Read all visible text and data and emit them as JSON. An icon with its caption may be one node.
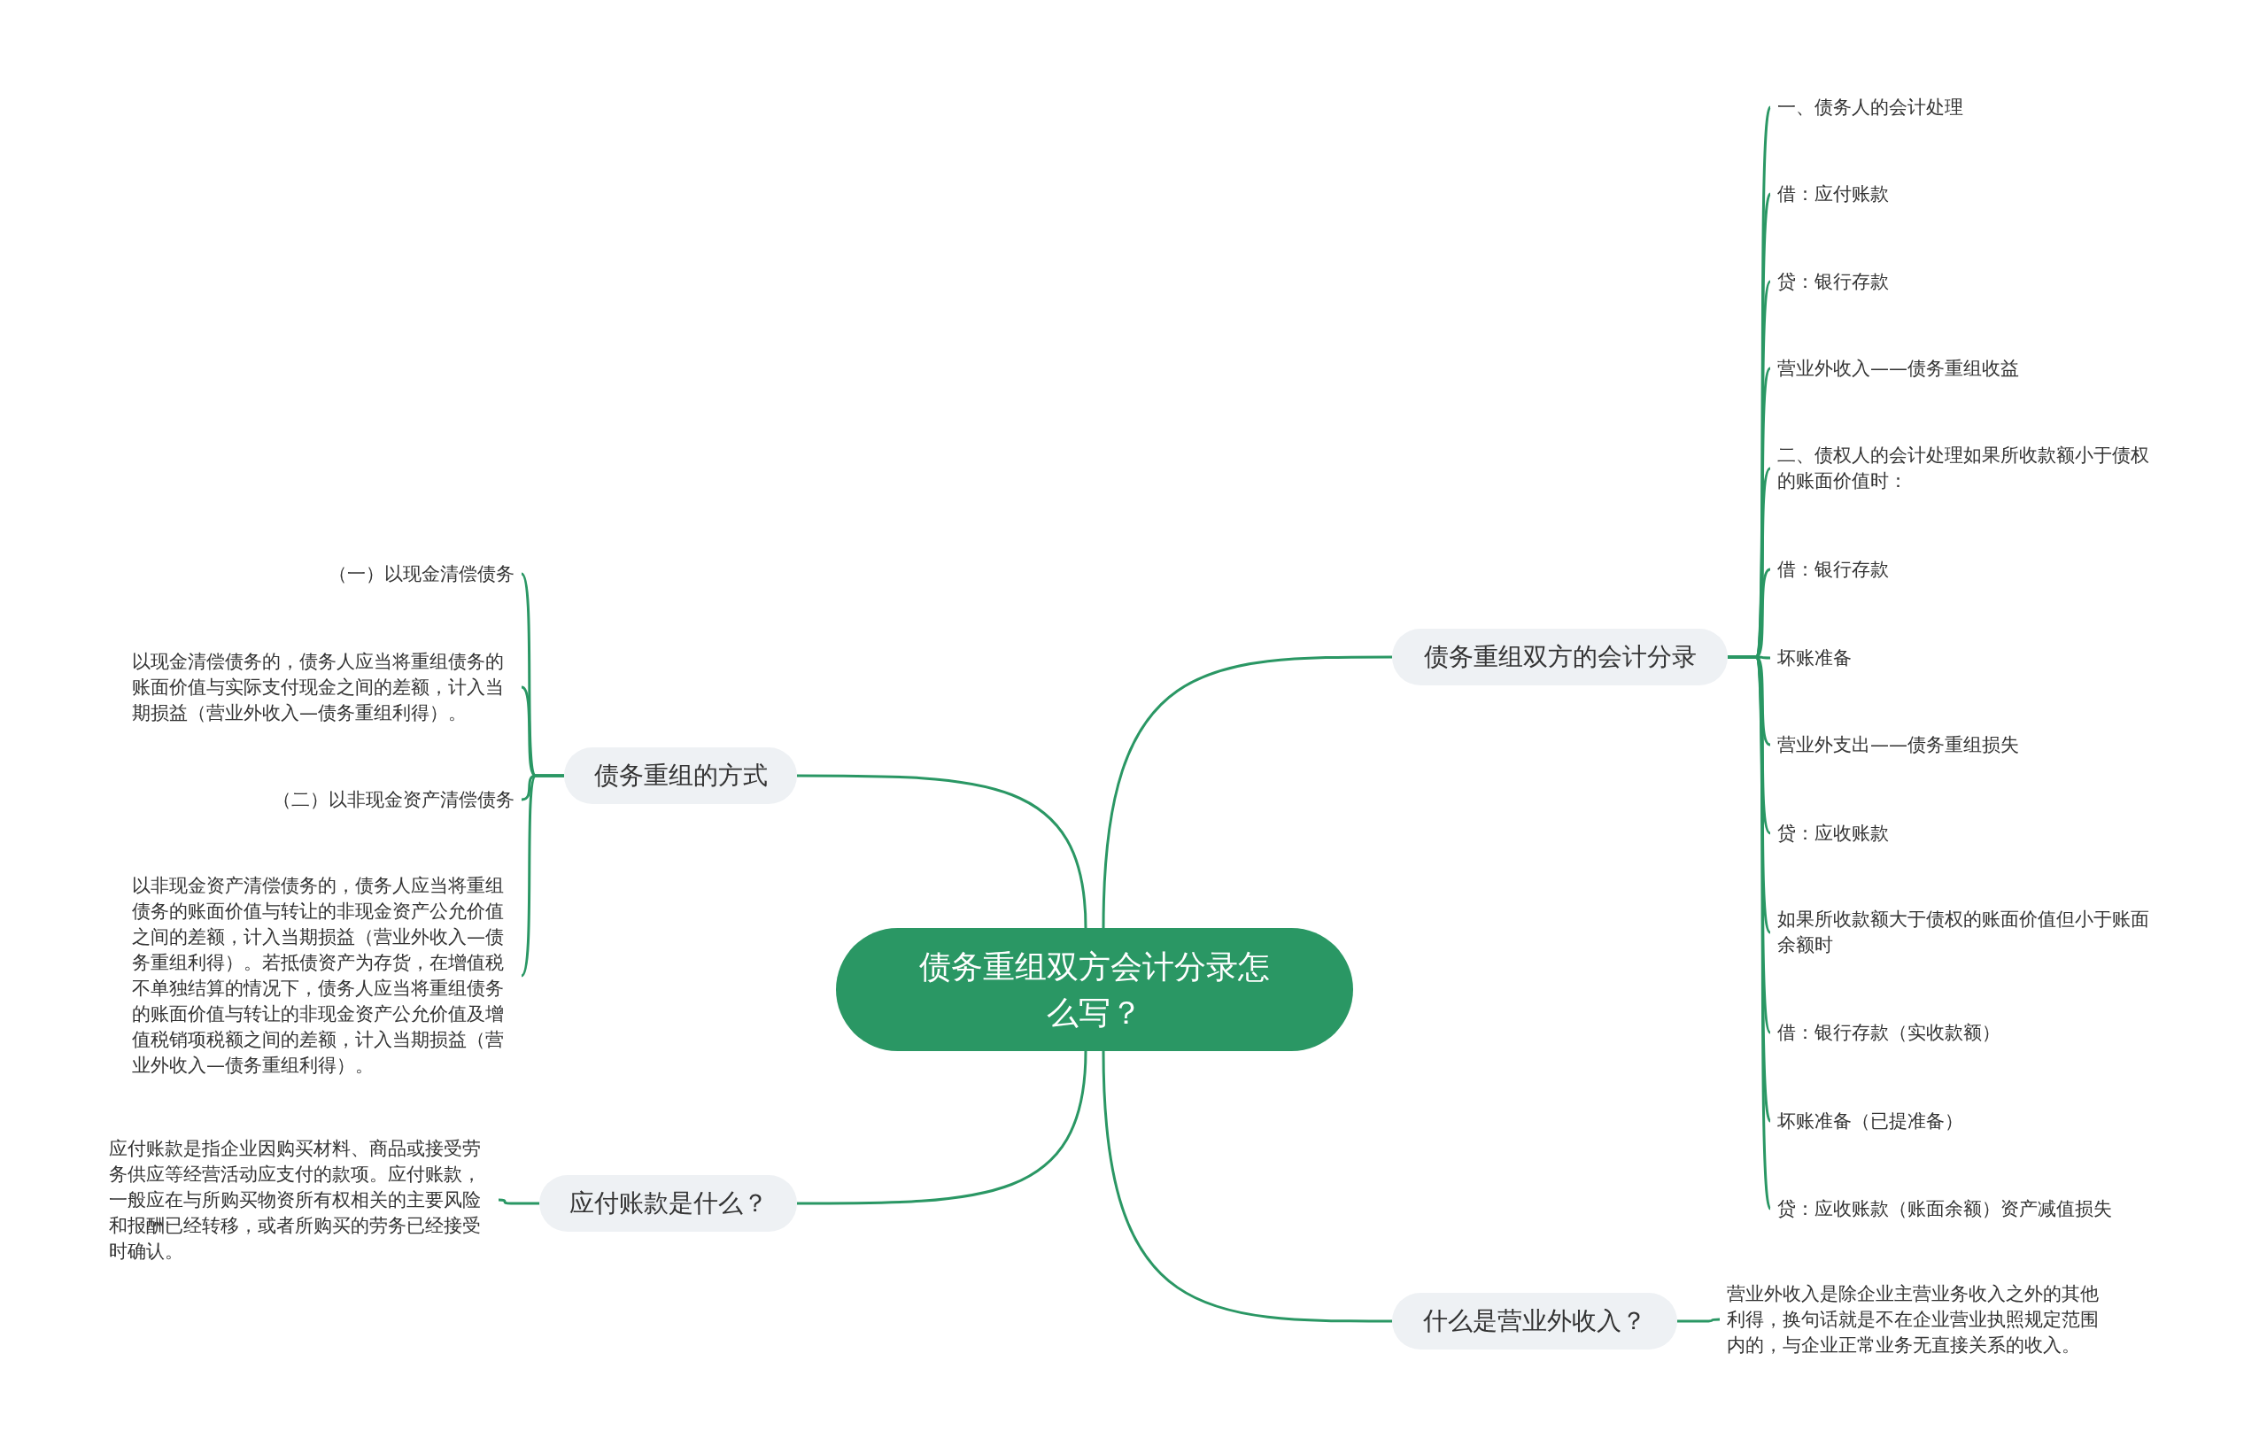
{
  "diagram": {
    "nodes": [
      {
        "text": [
          "债务重组双方会计分录怎么写？"
        ]
      },
      {
        "text": [
          "债务重组双方的会计分录"
        ]
      },
      {
        "text": [
          "一、债务人的会计处理"
        ]
      },
      {
        "text": [
          "借：应付账款"
        ]
      },
      {
        "text": [
          "贷：银行存款"
        ]
      },
      {
        "text": [
          "营业外收入——债务重组收益"
        ]
      },
      {
        "text": [
          "二、债权人的会计处理如果所收款额小于债权的账面价值时："
        ]
      },
      {
        "text": [
          "借：银行存款"
        ]
      },
      {
        "text": [
          "坏账准备"
        ]
      },
      {
        "text": [
          "营业外支出——债务重组损失"
        ]
      },
      {
        "text": [
          "贷：应收账款"
        ]
      },
      {
        "text": [
          "如果所收款额大于债权的账面价值但小于账面余额时"
        ]
      },
      {
        "text": [
          "借：银行存款（实收款额）"
        ]
      },
      {
        "text": [
          "坏账准备（已提准备）"
        ]
      },
      {
        "text": [
          "贷：应收账款（账面余额）资产减值损失"
        ]
      },
      {
        "text": [
          "债务重组的方式"
        ]
      },
      {
        "text": [
          "（一）以现金清偿债务"
        ]
      },
      {
        "text": [
          "以现金清偿债务的，债务人应当将重组债务的账面价值与实际支付现金之间的差额，计入当期损益（营业外收入—债务重组利得）。"
        ]
      },
      {
        "text": [
          "（二）以非现金资产清偿债务"
        ]
      },
      {
        "text": [
          "以非现金资产清偿债务的，债务人应当将重组债务的账面价值与转让的非现金资产公允价值之间的差额，计入当期损益（营业外收入—债务重组利得）。若抵债资产为存货，在增值税不单独结算的情况下，债务人应当将重组债务的账面价值与转让的非现金资产公允价值及增值税销项税额之间的差额，计入当期损益（营业外收入—债务重组利得）。"
        ]
      },
      {
        "text": [
          "应付账款是什么？"
        ]
      },
      {
        "text": [
          "应付账款是指企业因购买材料、商品或接受劳务供应等经营活动应支付的款项。应付账款，一般应在与所购买物资所有权相关的主要风险和报酬已经转移，或者所购买的劳务已经接受时确认。"
        ]
      },
      {
        "text": [
          "什么是营业外收入？"
        ]
      },
      {
        "text": [
          "营业外收入是除企业主营业务收入之外的其他利得，换句话就是不在企业营业执照规定范围内的，与企业正常业务无直接关系的收入。"
        ]
      }
    ],
    "edges": [
      {
        "from": 0,
        "to": 1,
        "arrow": "none"
      },
      {
        "from": 1,
        "to": 2,
        "arrow": "none"
      },
      {
        "from": 1,
        "to": 3,
        "arrow": "none"
      },
      {
        "from": 1,
        "to": 4,
        "arrow": "none"
      },
      {
        "from": 1,
        "to": 5,
        "arrow": "none"
      },
      {
        "from": 1,
        "to": 6,
        "arrow": "none"
      },
      {
        "from": 1,
        "to": 7,
        "arrow": "none"
      },
      {
        "from": 1,
        "to": 8,
        "arrow": "none"
      },
      {
        "from": 1,
        "to": 9,
        "arrow": "none"
      },
      {
        "from": 1,
        "to": 10,
        "arrow": "none"
      },
      {
        "from": 1,
        "to": 11,
        "arrow": "none"
      },
      {
        "from": 1,
        "to": 12,
        "arrow": "none"
      },
      {
        "from": 1,
        "to": 13,
        "arrow": "none"
      },
      {
        "from": 1,
        "to": 14,
        "arrow": "none"
      },
      {
        "from": 0,
        "to": 15,
        "arrow": "none"
      },
      {
        "from": 15,
        "to": 16,
        "arrow": "none"
      },
      {
        "from": 15,
        "to": 17,
        "arrow": "none"
      },
      {
        "from": 15,
        "to": 18,
        "arrow": "none"
      },
      {
        "from": 15,
        "to": 19,
        "arrow": "none"
      },
      {
        "from": 0,
        "to": 20,
        "arrow": "none"
      },
      {
        "from": 20,
        "to": 21,
        "arrow": "none"
      },
      {
        "from": 0,
        "to": 22,
        "arrow": "none"
      },
      {
        "from": 22,
        "to": 23,
        "arrow": "none"
      }
    ]
  }
}
